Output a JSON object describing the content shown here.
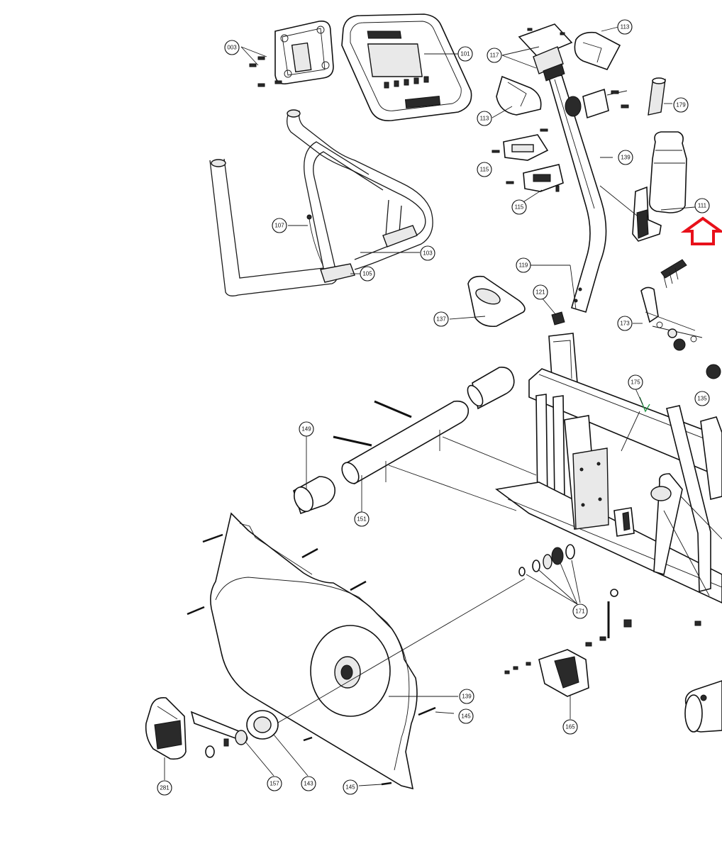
{
  "callouts": [
    {
      "id": "c-003",
      "label": "003"
    },
    {
      "id": "c-101",
      "label": "101"
    },
    {
      "id": "c-113a",
      "label": "113"
    },
    {
      "id": "c-117",
      "label": "117"
    },
    {
      "id": "c-113b",
      "label": "113"
    },
    {
      "id": "c-179",
      "label": "179"
    },
    {
      "id": "c-139a",
      "label": "139"
    },
    {
      "id": "c-115a",
      "label": "115"
    },
    {
      "id": "c-115b",
      "label": "115"
    },
    {
      "id": "c-111",
      "label": "111"
    },
    {
      "id": "c-107",
      "label": "107"
    },
    {
      "id": "c-103",
      "label": "103"
    },
    {
      "id": "c-105",
      "label": "105"
    },
    {
      "id": "c-119",
      "label": "119"
    },
    {
      "id": "c-121",
      "label": "121"
    },
    {
      "id": "c-137",
      "label": "137"
    },
    {
      "id": "c-173",
      "label": "173"
    },
    {
      "id": "c-175",
      "label": "175"
    },
    {
      "id": "c-135",
      "label": "135"
    },
    {
      "id": "c-149",
      "label": "149"
    },
    {
      "id": "c-151",
      "label": "151"
    },
    {
      "id": "c-171",
      "label": "171"
    },
    {
      "id": "c-139b",
      "label": "139"
    },
    {
      "id": "c-145a",
      "label": "145"
    },
    {
      "id": "c-165",
      "label": "165"
    },
    {
      "id": "c-281",
      "label": "281"
    },
    {
      "id": "c-157",
      "label": "157"
    },
    {
      "id": "c-143",
      "label": "143"
    },
    {
      "id": "c-145b",
      "label": "145"
    }
  ],
  "highlight": {
    "color": "#e8101a",
    "target": "111",
    "shape": "up-arrow-outline"
  },
  "colors": {
    "line": "#1a1a1a",
    "background": "#ffffff",
    "accent_green": "#2a9a4a"
  }
}
